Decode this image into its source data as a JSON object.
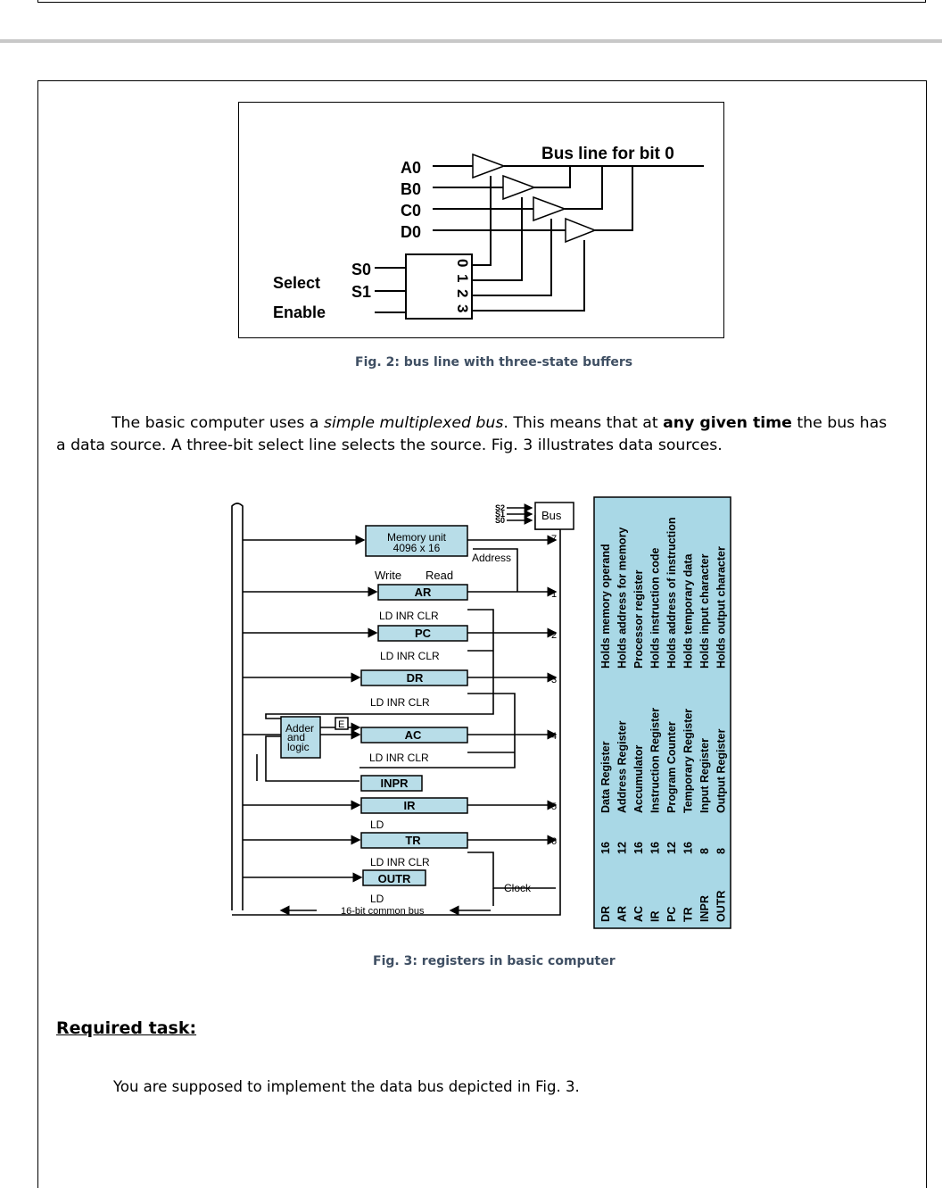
{
  "fig2": {
    "title": "Bus line for bit 0",
    "inputs": [
      "A0",
      "B0",
      "C0",
      "D0"
    ],
    "select_lines": [
      "S0",
      "S1"
    ],
    "select_label": "Select",
    "enable_label": "Enable",
    "decoder_outputs": [
      "0",
      "1",
      "2",
      "3"
    ],
    "caption": "Fig. 2: bus line with three-state buffers"
  },
  "paragraph": {
    "part1": "The basic computer uses a ",
    "part2_italic": "simple multiplexed bus",
    "part3": ". This means that at ",
    "part4_bold": "any given time",
    "part5": " the bus has a data source. A three-bit select line selects the source.  Fig. 3 illustrates data sources."
  },
  "fig3": {
    "selects": [
      "S2",
      "S1",
      "S0"
    ],
    "bus_label": "Bus",
    "memory_title": "Memory unit",
    "memory_size": "4096 x 16",
    "address_label": "Address",
    "write_label": "Write",
    "read_label": "Read",
    "registers": [
      "AR",
      "PC",
      "DR",
      "AC",
      "INPR",
      "IR",
      "TR",
      "OUTR"
    ],
    "control_ld_inr_clr": "LD  INR  CLR",
    "ld_label": "LD",
    "adder_lines": [
      "Adder",
      "and",
      "logic"
    ],
    "e_label": "E",
    "clock_label": "Clock",
    "common_bus_label": "16-bit common bus",
    "bus_numbers": [
      "7",
      "1",
      "2",
      "3",
      "4",
      "5",
      "6"
    ],
    "table": [
      {
        "reg": "DR",
        "bits": "16",
        "name": "Data Register",
        "desc": "Holds memory operand"
      },
      {
        "reg": "AR",
        "bits": "12",
        "name": "Address Register",
        "desc": "Holds address for memory"
      },
      {
        "reg": "AC",
        "bits": "16",
        "name": "Accumulator",
        "desc": "Processor register"
      },
      {
        "reg": "IR",
        "bits": "16",
        "name": "Instruction Register",
        "desc": "Holds instruction code"
      },
      {
        "reg": "PC",
        "bits": "12",
        "name": "Program Counter",
        "desc": "Holds address of instruction"
      },
      {
        "reg": "TR",
        "bits": "16",
        "name": "Temporary Register",
        "desc": "Holds temporary data"
      },
      {
        "reg": "INPR",
        "bits": "8",
        "name": "Input Register",
        "desc": "Holds input character"
      },
      {
        "reg": "OUTR",
        "bits": "8",
        "name": "Output Register",
        "desc": "Holds output character"
      }
    ],
    "caption": "Fig. 3: registers in basic computer"
  },
  "task": {
    "heading": "Required task:",
    "text": "You are supposed to implement the data bus depicted in Fig. 3."
  },
  "colors": {
    "register_fill": "#b8dde8",
    "table_fill": "#a9d8e6",
    "caption": "#3f4f63",
    "separator": "#c8c8c8"
  }
}
